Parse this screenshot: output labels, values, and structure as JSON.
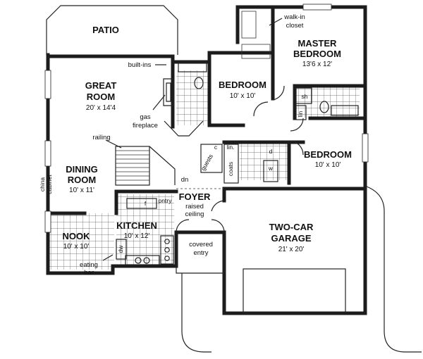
{
  "rooms": {
    "patio": {
      "name": "PATIO"
    },
    "great_room": {
      "name_line1": "GREAT",
      "name_line2": "ROOM",
      "size": "20' x 14'4"
    },
    "bedroom_center": {
      "name": "BEDROOM",
      "size": "10' x 10'"
    },
    "master_bedroom": {
      "name_line1": "MASTER",
      "name_line2": "BEDROOM",
      "size": "13'6 x 12'"
    },
    "bedroom_right": {
      "name": "BEDROOM",
      "size": "10' x 10'"
    },
    "dining_room": {
      "name_line1": "DINING",
      "name_line2": "ROOM",
      "size": "10' x 11'"
    },
    "foyer": {
      "name": "FOYER"
    },
    "kitchen": {
      "name": "KITCHEN",
      "size": "10' x 12'"
    },
    "nook": {
      "name": "NOOK",
      "size": "10' x 10'"
    },
    "garage": {
      "name_line1": "TWO-CAR",
      "name_line2": "GARAGE",
      "size": "21' x 20'"
    }
  },
  "notes": {
    "walk_in_line1": "walk-in",
    "walk_in_line2": "closet",
    "built_ins": "built-ins",
    "gas_line1": "gas",
    "gas_line2": "fireplace",
    "railing": "railing",
    "china_line1": "china",
    "china_line2": "cabinet",
    "dn": "dn",
    "guests": "guests",
    "coats": "coats",
    "lin_center": "lin.",
    "lin_master": "lin",
    "sh": "sh",
    "w": "w",
    "d": "d",
    "c": "c",
    "pntry": "pntry",
    "f": "f",
    "dw": "dw",
    "raised_line1": "raised",
    "raised_line2": "ceiling",
    "covered_line1": "covered",
    "covered_line2": "entry",
    "eating_line1": "eating",
    "eating_line2": "bar"
  }
}
